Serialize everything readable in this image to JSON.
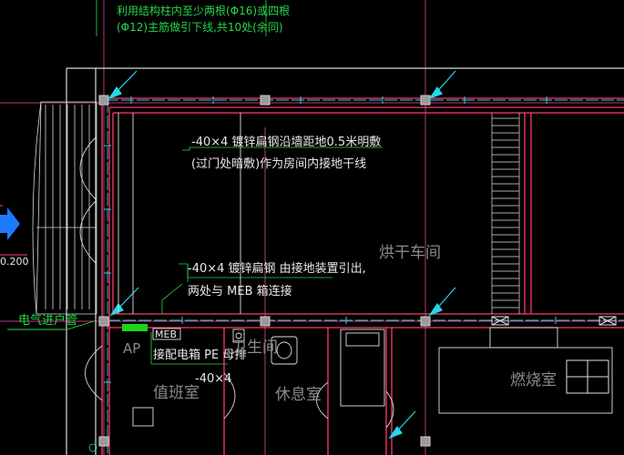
{
  "notes": {
    "top_line1": "利用结构柱内至少两根(Φ16)或四根",
    "top_line2": "(Φ12)主筋做引下线,共10处(余同)",
    "mid_line1": "-40×4 镀锌扁钢沿墙距地0.5米明敷",
    "mid_line2": "(过门处暗敷)作为房间内接地干线",
    "low_line1": "-40×4  镀锌扁钢 由接地装置引出,",
    "low_line2": "两处与 MEB 箱连接",
    "level": "0.200",
    "elec_entry": "电气进户管",
    "meb": "MEB",
    "ap": "AP",
    "pe_note": "接配电箱 PE 母排",
    "pe_size": "-40×4"
  },
  "rooms": {
    "workshop": "烘干车间",
    "duty": "值班室",
    "toilet": "卫生间",
    "rest": "休息室",
    "boiler": "燃烧室"
  },
  "colors": {
    "background": "#000000",
    "wall": "#ff3b66",
    "wall_light": "#ffffff",
    "axis": "#c0397a",
    "green_text": "#27d84a",
    "cyan": "#28d6e6",
    "blue_arrow": "#1e7bff",
    "meb_fill": "#1bd41b"
  },
  "icons": [
    "entry-arrow-icon",
    "downconductor-arrow-icon",
    "column-icon",
    "toilet-icon",
    "bed-icon",
    "chair-icon",
    "window-icon"
  ]
}
